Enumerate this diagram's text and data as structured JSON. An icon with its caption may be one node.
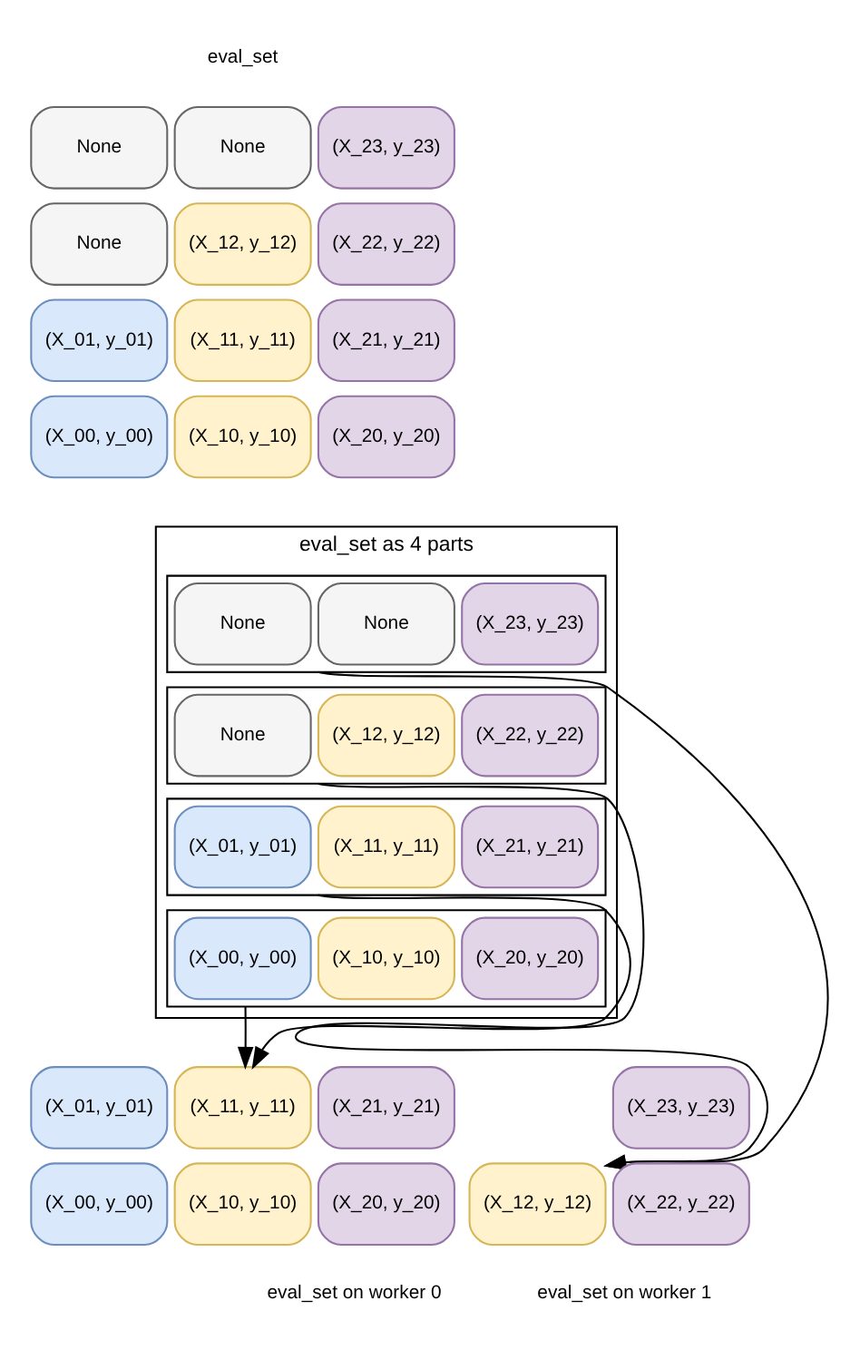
{
  "diagram": {
    "nodes": [
      {
        "text": [
          "None"
        ]
      },
      {
        "text": [
          "None"
        ]
      },
      {
        "text": [
          "(X_23, y_23)"
        ]
      },
      {
        "text": [
          "None"
        ]
      },
      {
        "text": [
          "(X_12, y_12)"
        ]
      },
      {
        "text": [
          "(X_22, y_22)"
        ]
      },
      {
        "text": [
          "(X_01, y_01)"
        ]
      },
      {
        "text": [
          "(X_11, y_11)"
        ]
      },
      {
        "text": [
          "(X_21, y_21)"
        ]
      },
      {
        "text": [
          "(X_00, y_00)"
        ]
      },
      {
        "text": [
          "(X_10, y_10)"
        ]
      },
      {
        "text": [
          "(X_20, y_20)"
        ]
      },
      {
        "text": [
          "eval_set as 4 parts"
        ]
      },
      {
        "text": [],
        "shape": "box",
        "in": 12
      },
      {
        "text": [
          "None"
        ],
        "in": 13
      },
      {
        "text": [
          "None"
        ],
        "in": 13
      },
      {
        "text": [
          "(X_23, y_23)"
        ],
        "in": 13
      },
      {
        "text": [],
        "shape": "box",
        "in": 12
      },
      {
        "text": [
          "None"
        ],
        "in": 17
      },
      {
        "text": [
          "(X_12, y_12)"
        ],
        "in": 17
      },
      {
        "text": [
          "(X_22, y_22)"
        ],
        "in": 17
      },
      {
        "text": [],
        "shape": "box",
        "in": 12
      },
      {
        "text": [
          "(X_01, y_01)"
        ],
        "in": 21
      },
      {
        "text": [
          "(X_11, y_11)"
        ],
        "in": 21
      },
      {
        "text": [
          "(X_21, y_21)"
        ],
        "in": 21
      },
      {
        "text": [],
        "shape": "box",
        "in": 12
      },
      {
        "text": [
          "(X_00, y_00)"
        ],
        "in": 25
      },
      {
        "text": [
          "(X_10, y_10)"
        ],
        "in": 25
      },
      {
        "text": [
          "(X_20, y_20)"
        ],
        "in": 25
      },
      {
        "text": [
          "(X_01, y_01)"
        ]
      },
      {
        "text": [
          "(X_11, y_11)"
        ]
      },
      {
        "text": [
          "(X_21, y_21)"
        ]
      },
      {
        "text": [
          "(X_00, y_00)"
        ]
      },
      {
        "text": [
          "(X_10, y_10)"
        ]
      },
      {
        "text": [
          "(X_20, y_20)"
        ]
      },
      {
        "text": [
          "(X_23, y_23)"
        ]
      },
      {
        "text": [
          "(X_12, y_12)"
        ]
      },
      {
        "text": [
          "(X_22, y_22)"
        ]
      }
    ],
    "edges": [
      {
        "from": 21,
        "to": 30,
        "arrow": "to"
      },
      {
        "from": 25,
        "to": 30,
        "arrow": "to"
      },
      {
        "from": 13,
        "to": 36,
        "arrow": "to"
      },
      {
        "from": 17,
        "to": 36,
        "arrow": "to"
      }
    ],
    "labels": [
      "eval_set",
      "eval_set on worker 0",
      "eval_set on worker 1"
    ]
  }
}
